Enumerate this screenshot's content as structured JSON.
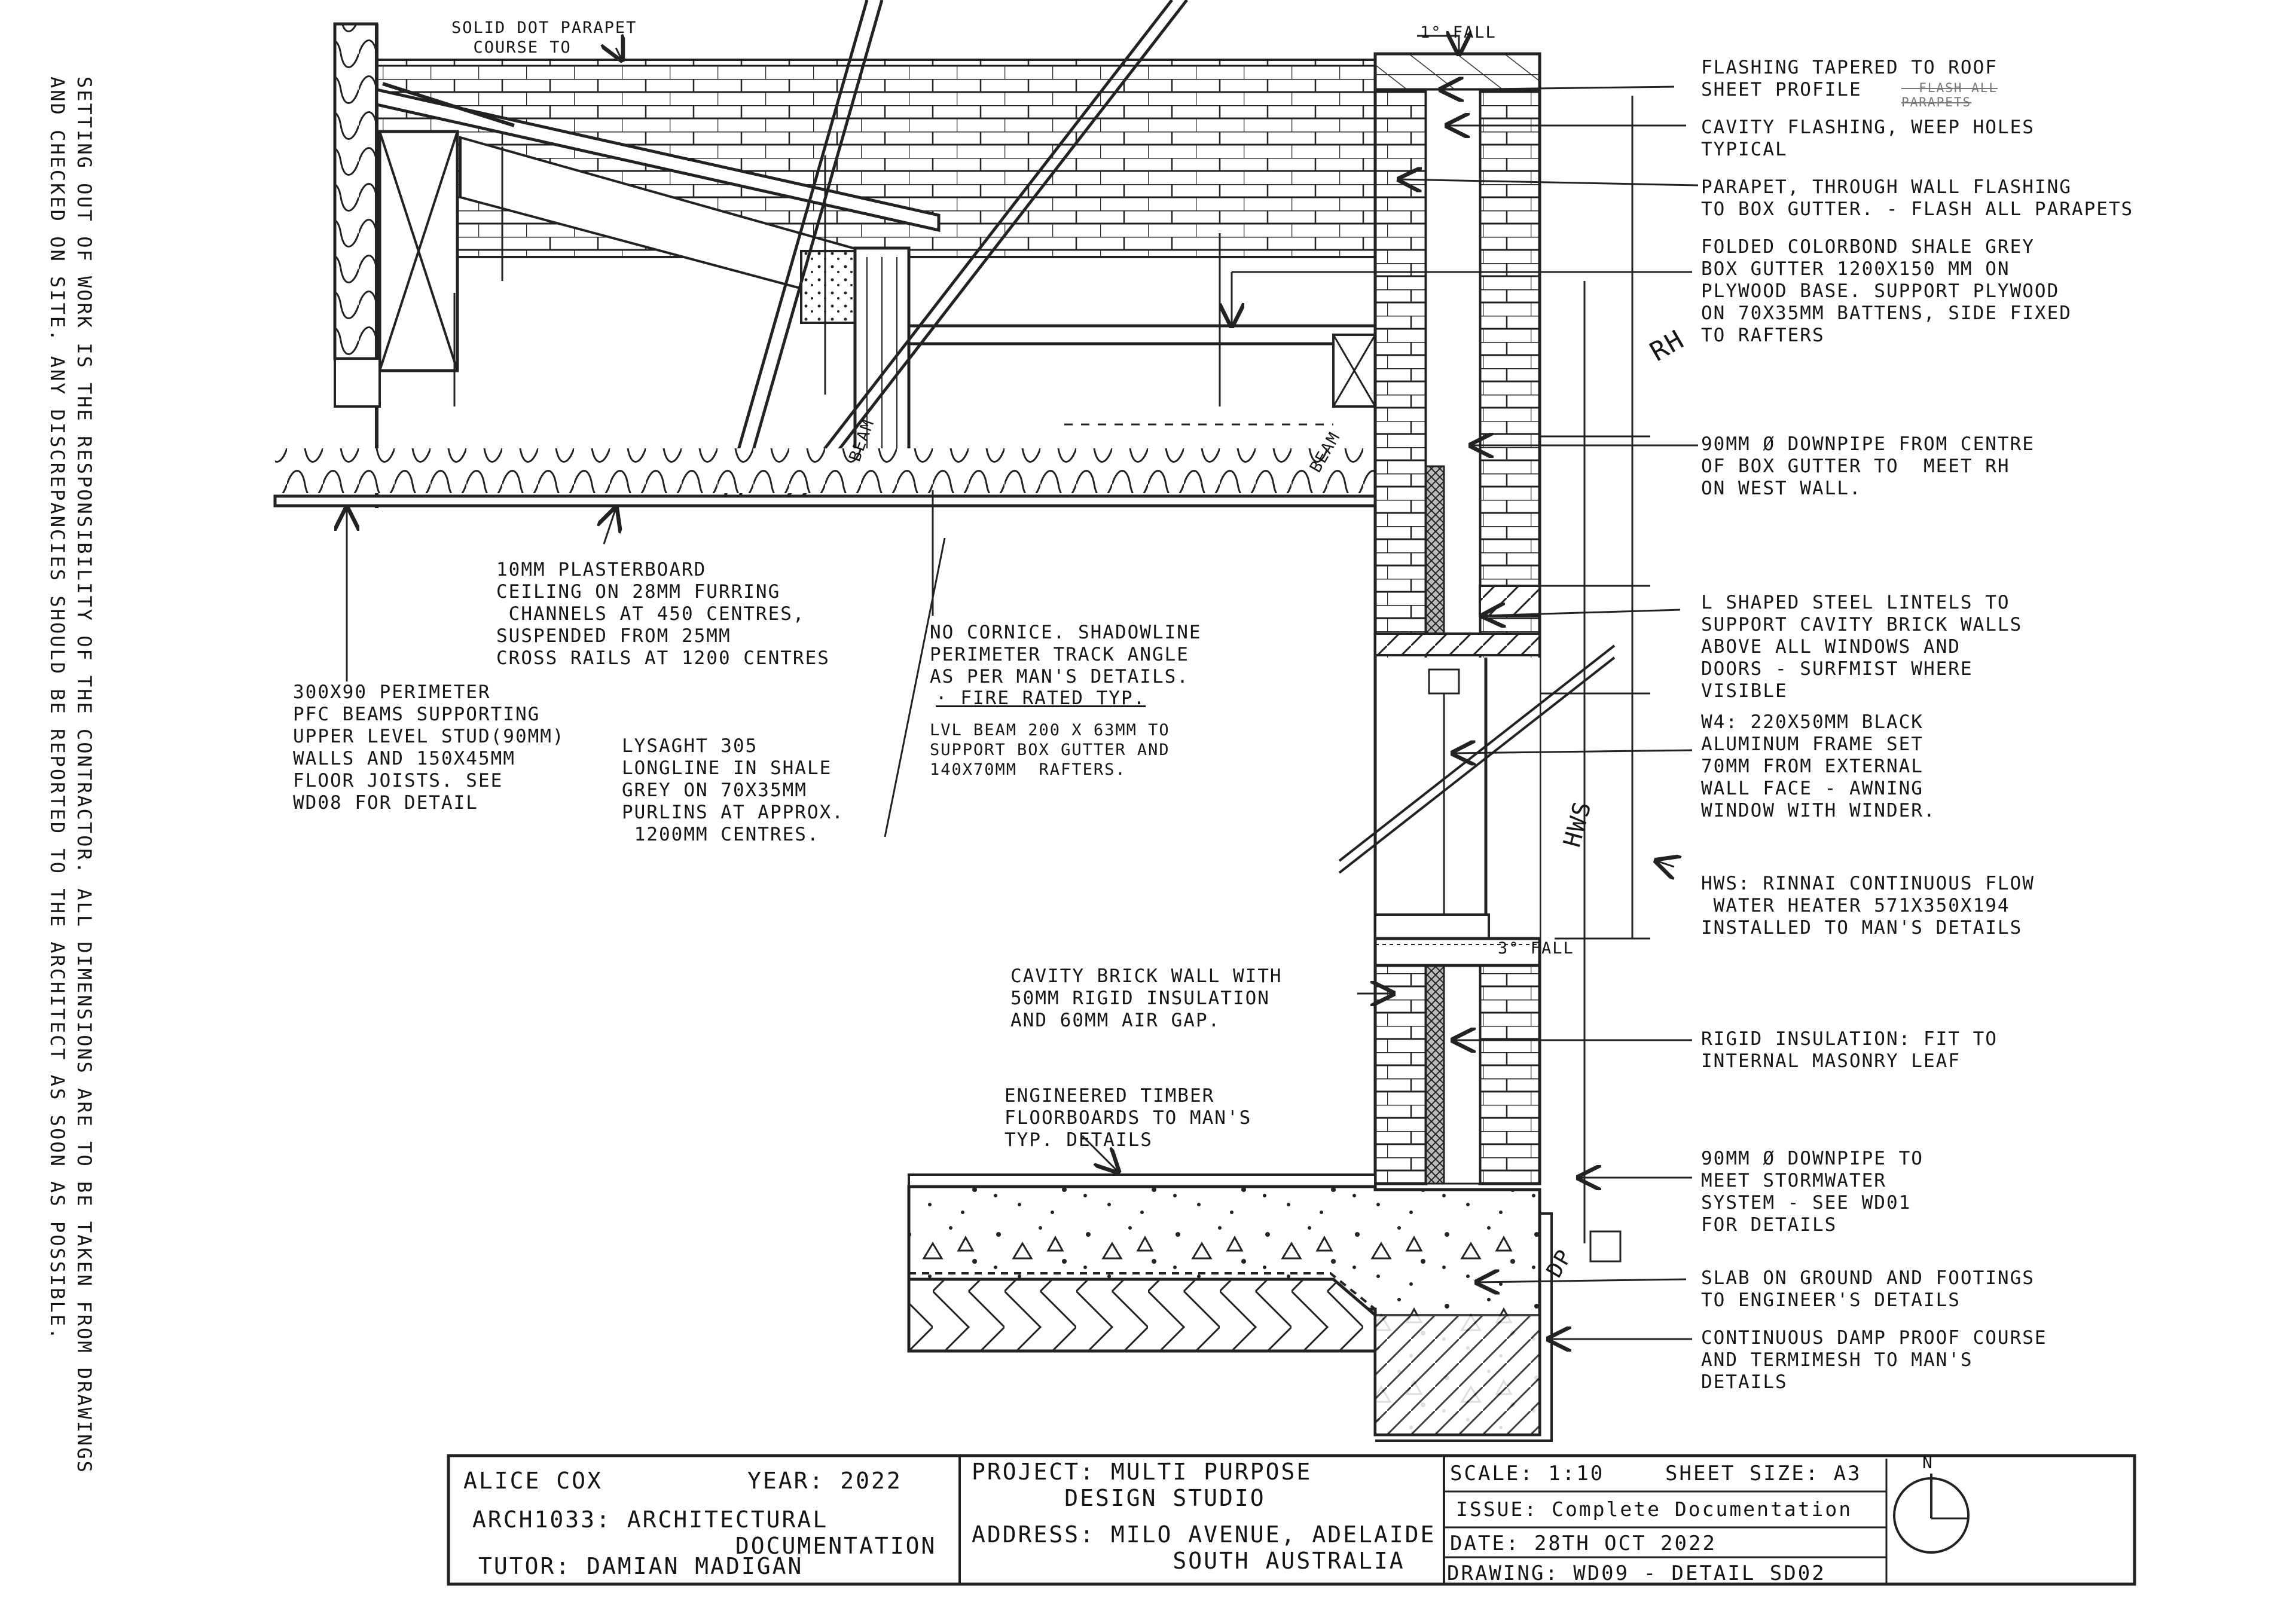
{
  "side_note": {
    "line1": "Setting out of work is the responsibility of the contractor. All dimensions are to be taken from drawings",
    "line2": "and checked on site. Any discrepancies should be reported to the architect as soon as possible."
  },
  "callouts": {
    "solid_dot": "SOLID DOT PARAPET\n  COURSE TO",
    "fall_top": "1° FALL",
    "fall_mid": "3° FALL",
    "flashing": "FLASHING TAPERED TO ROOF\nSHEET PROFILE",
    "flashing_struck": "- FLASH ALL\nPARAPETS",
    "cavity_flashing": "CAVITY FLASHING, WEEP HOLES\nTYPICAL",
    "parapet": "PARAPET, THROUGH WALL FLASHING\nTO BOX GUTTER. - FLASH ALL PARAPETS",
    "box_gutter": "FOLDED COLORBOND SHALE GREY\nBOX GUTTER 1200X150 MM ON\nPLYWOOD BASE. SUPPORT PLYWOOD\nON 70X35MM BATTENS, SIDE FIXED\nTO RAFTERS",
    "rh": "RH",
    "downpipe_top": "90MM Ø DOWNPIPE FROM CENTRE\nOF BOX GUTTER TO  MEET RH\nON WEST WALL.",
    "lintels": "L SHAPED STEEL LINTELS TO\nSUPPORT CAVITY BRICK WALLS\nABOVE ALL WINDOWS AND\nDOORS - SURFMIST WHERE\nVISIBLE",
    "w4": "W4: 220X50MM BLACK\nALUMINUM FRAME SET\n70MM FROM EXTERNAL\nWALL FACE - AWNING\nWINDOW WITH WINDER.",
    "hws_tag": "HWS",
    "hws": "HWS: RINNAI CONTINUOUS FLOW\n WATER HEATER 571X350X194\nINSTALLED TO MAN'S DETAILS",
    "rigid": "RIGID INSULATION: FIT TO\nINTERNAL MASONRY LEAF",
    "downpipe_bottom": "90MM Ø DOWNPIPE TO\nMEET STORMWATER\nSYSTEM - SEE WD01\nFOR DETAILS",
    "dp": "DP",
    "slab": "SLAB ON GROUND AND FOOTINGS\nTO ENGINEER'S DETAILS",
    "dpc": "CONTINUOUS DAMP PROOF COURSE\nAND TERMIMESH TO MAN'S\nDETAILS",
    "ceiling": "10MM PLASTERBOARD\nCEILING ON 28MM FURRING\n CHANNELS AT 450 CENTRES,\nSUSPENDED FROM 25MM\nCROSS RAILS AT 1200 CENTRES",
    "pfc": "300X90 PERIMETER\nPFC BEAMS SUPPORTING\nUPPER LEVEL STUD(90MM)\nWALLS AND 150X45MM\nFLOOR JOISTS. SEE\nWD08 FOR DETAIL",
    "lysaght": "LYSAGHT 305\nLONGLINE IN SHALE\nGREY ON 70X35MM\nPURLINS AT APPROX.\n 1200MM CENTRES.",
    "cornice": "NO CORNICE. SHADOWLINE\nPERIMETER TRACK ANGLE\nAS PER MAN'S DETAILS.",
    "fire": "· FIRE RATED TYP.",
    "lvl": "LVL BEAM 200 X 63MM TO\nSUPPORT BOX GUTTER AND\n140X70MM  RAFTERS.",
    "beam_a": "BEAM",
    "beam_b": "BEAM",
    "cavity_wall": "CAVITY BRICK WALL WITH\n50MM RIGID INSULATION\nAND 60MM AIR GAP.",
    "floorboards": "ENGINEERED TIMBER\nFLOORBOARDS TO MAN'S\nTYP. DETAILS"
  },
  "title_block": {
    "name": "ALICE COX",
    "year": "YEAR: 2022",
    "course": "ARCH1033: ARCHITECTURAL\n                 DOCUMENTATION",
    "tutor": "TUTOR: DAMIAN MADIGAN",
    "project": "PROJECT: MULTI PURPOSE\n      DESIGN STUDIO",
    "address": "ADDRESS: MILO AVENUE, ADELAIDE\n             SOUTH AUSTRALIA",
    "scale": "SCALE: 1:10",
    "sheet": "SHEET SIZE: A3",
    "issue": "ISSUE: Complete Documentation",
    "date": "DATE: 28TH OCT 2022",
    "drawing": "DRAWING: WD09 - DETAIL SD02",
    "north": "N"
  }
}
